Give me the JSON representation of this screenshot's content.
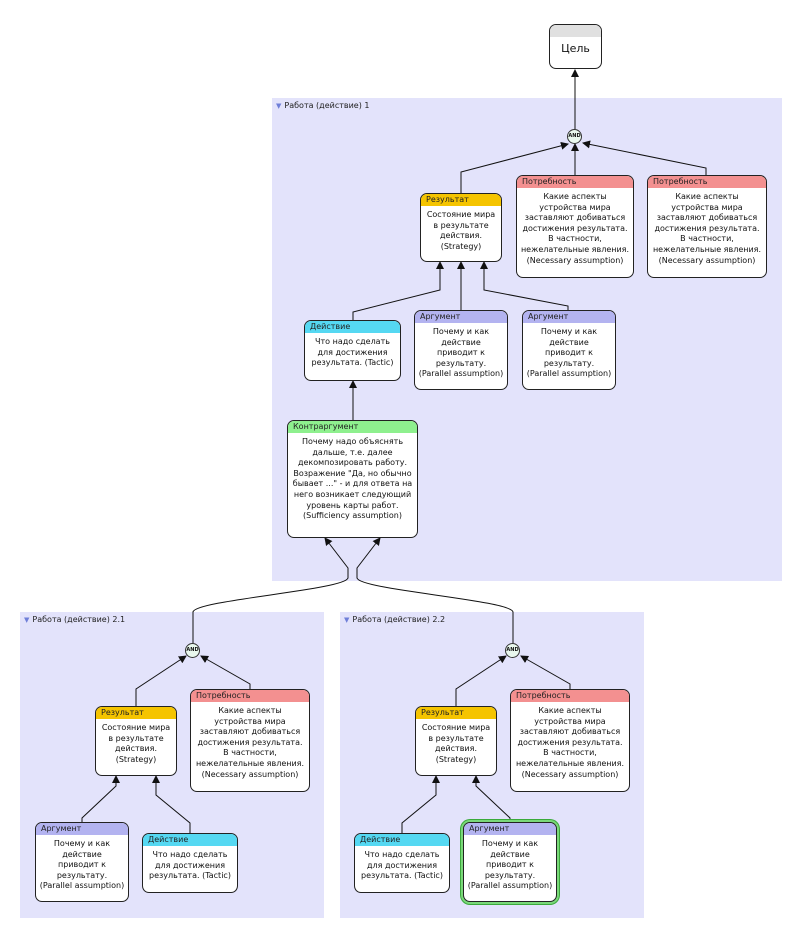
{
  "goal": {
    "label": "Цель"
  },
  "groups": {
    "g1": {
      "title": "Работа (действие) 1"
    },
    "g21": {
      "title": "Работа (действие) 2.1"
    },
    "g22": {
      "title": "Работа (действие) 2.2"
    }
  },
  "and_label": "AND",
  "colors": {
    "result": "#f5c400",
    "need": "#f39090",
    "action": "#55d8f2",
    "argument": "#b3b3f0",
    "counter": "#8ef08e",
    "group_bg": "#e3e3fb",
    "selected": "#3aaa3a"
  },
  "cards": {
    "g1_result": {
      "type": "Результат",
      "body": "Состояние мира\nв результате\nдействия.\n(Strategy)"
    },
    "g1_need1": {
      "type": "Потребность",
      "body": "Какие аспекты\nустройства мира\nзаставляют добиваться\nдостижения результата.\nВ частности,\nнежелательные явления.\n(Necessary assumption)"
    },
    "g1_need2": {
      "type": "Потребность",
      "body": "Какие аспекты\nустройства мира\nзаставляют добиваться\nдостижения результата.\nВ частности,\nнежелательные явления.\n(Necessary assumption)"
    },
    "g1_action": {
      "type": "Действие",
      "body": "Что надо сделать\nдля достижения\nрезультата. (Tactic)"
    },
    "g1_arg1": {
      "type": "Аргумент",
      "body": "Почему и как\nдействие\nприводит к\nрезультату.\n(Parallel assumption)"
    },
    "g1_arg2": {
      "type": "Аргумент",
      "body": "Почему и как\nдействие\nприводит к\nрезультату.\n(Parallel assumption)"
    },
    "g1_counter": {
      "type": "Контраргумент",
      "body": "Почему надо объяснять\nдальше, т.е. далее\nдекомпозировать работу.\nВозражение \"Да, но обычно\nбывает ...\" - и для ответа на\nнего возникает следующий\nуровень карты работ.\n(Sufficiency assumption)"
    },
    "g21_result": {
      "type": "Результат",
      "body": "Состояние мира\nв результате\nдействия.\n(Strategy)"
    },
    "g21_need": {
      "type": "Потребность",
      "body": "Какие аспекты\nустройства мира\nзаставляют добиваться\nдостижения результата.\nВ частности,\nнежелательные явления.\n(Necessary assumption)"
    },
    "g21_arg": {
      "type": "Аргумент",
      "body": "Почему и как\nдействие\nприводит к\nрезультату.\n(Parallel assumption)"
    },
    "g21_action": {
      "type": "Действие",
      "body": "Что надо сделать\nдля достижения\nрезультата. (Tactic)"
    },
    "g22_result": {
      "type": "Результат",
      "body": "Состояние мира\nв результате\nдействия.\n(Strategy)"
    },
    "g22_need": {
      "type": "Потребность",
      "body": "Какие аспекты\nустройства мира\nзаставляют добиваться\nдостижения результата.\nВ частности,\nнежелательные явления.\n(Necessary assumption)"
    },
    "g22_action": {
      "type": "Действие",
      "body": "Что надо сделать\nдля достижения\nрезультата. (Tactic)"
    },
    "g22_arg": {
      "type": "Аргумент",
      "body": "Почему и как\nдействие\nприводит к\nрезультату.\n(Parallel assumption)"
    }
  }
}
